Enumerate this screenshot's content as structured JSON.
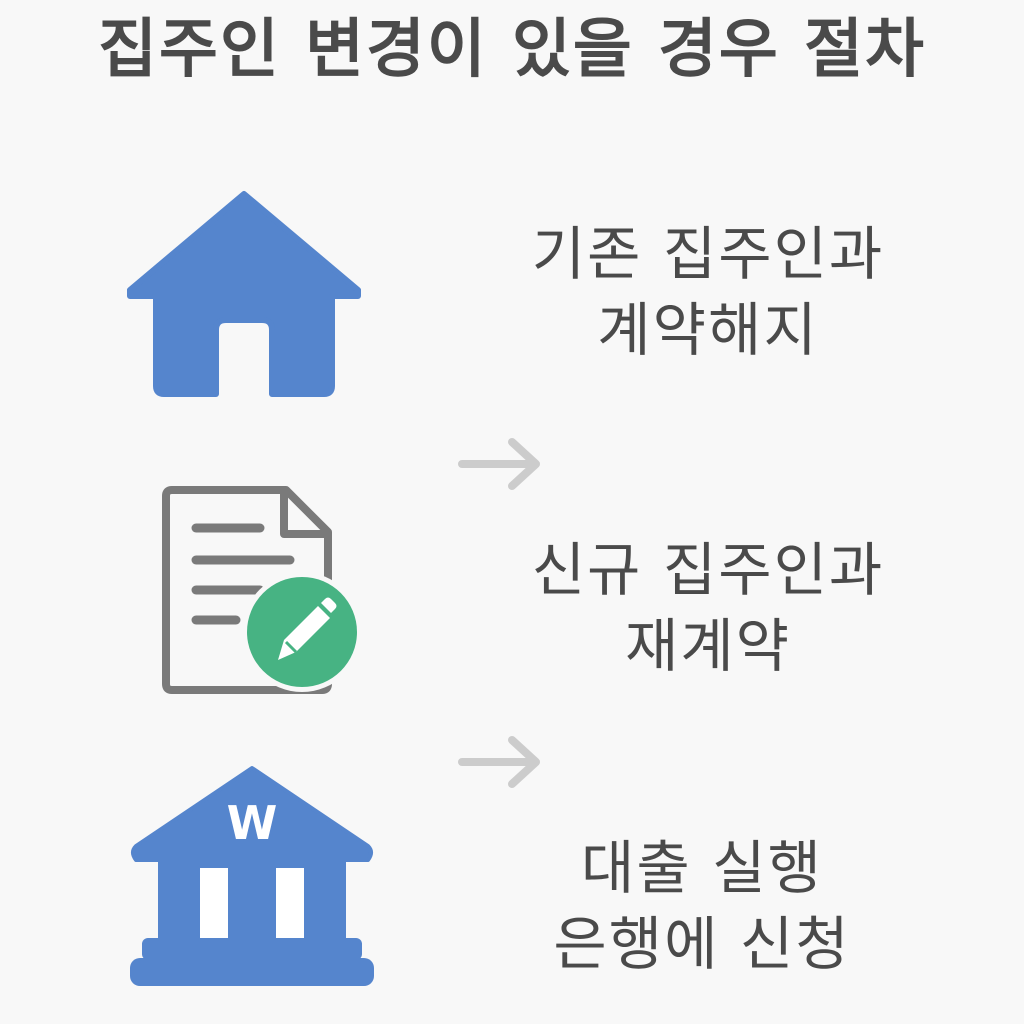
{
  "title": "집주인 변경이 있을 경우 절차",
  "steps": [
    {
      "icon": "house-icon",
      "line1": "기존 집주인과",
      "line2": "계약해지"
    },
    {
      "icon": "document-edit-icon",
      "line1": "신규 집주인과",
      "line2": "재계약"
    },
    {
      "icon": "bank-icon",
      "icon_label": "W",
      "line1": "대출 실행",
      "line2": "은행에 신청"
    }
  ],
  "colors": {
    "primary_blue": "#5585cd",
    "edit_green": "#47b383",
    "document_gray": "#7a7a7a",
    "arrow_gray": "#cccccc",
    "text": "#4a4a4a"
  }
}
